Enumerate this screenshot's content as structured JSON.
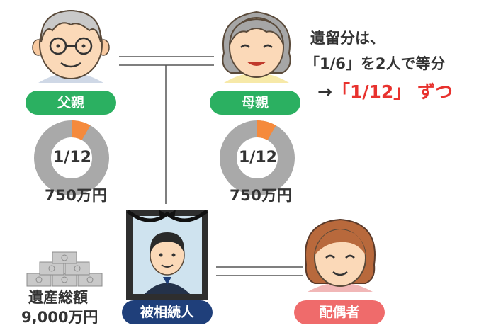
{
  "people": {
    "father": {
      "label": "父親",
      "share": "1/12",
      "amount": "750万円",
      "share_fraction": 0.0833
    },
    "mother": {
      "label": "母親",
      "share": "1/12",
      "amount": "750万円",
      "share_fraction": 0.0833
    },
    "deceased": {
      "label": "被相続人"
    },
    "spouse": {
      "label": "配偶者"
    }
  },
  "estate": {
    "line1": "遺産総額",
    "line2": "9,000万円"
  },
  "note": {
    "line1": "遺留分は、",
    "line2": "「1/6」を2人で等分",
    "arrow": "→",
    "highlight": "「1/12」",
    "suffix": "ずつ"
  },
  "colors": {
    "label_green": "#2bb061",
    "label_navy": "#1f3f7a",
    "label_coral": "#ef6b6b",
    "donut_gray": "#a9a9a9",
    "donut_orange": "#f58a3c",
    "highlight_red": "#e8322e"
  }
}
